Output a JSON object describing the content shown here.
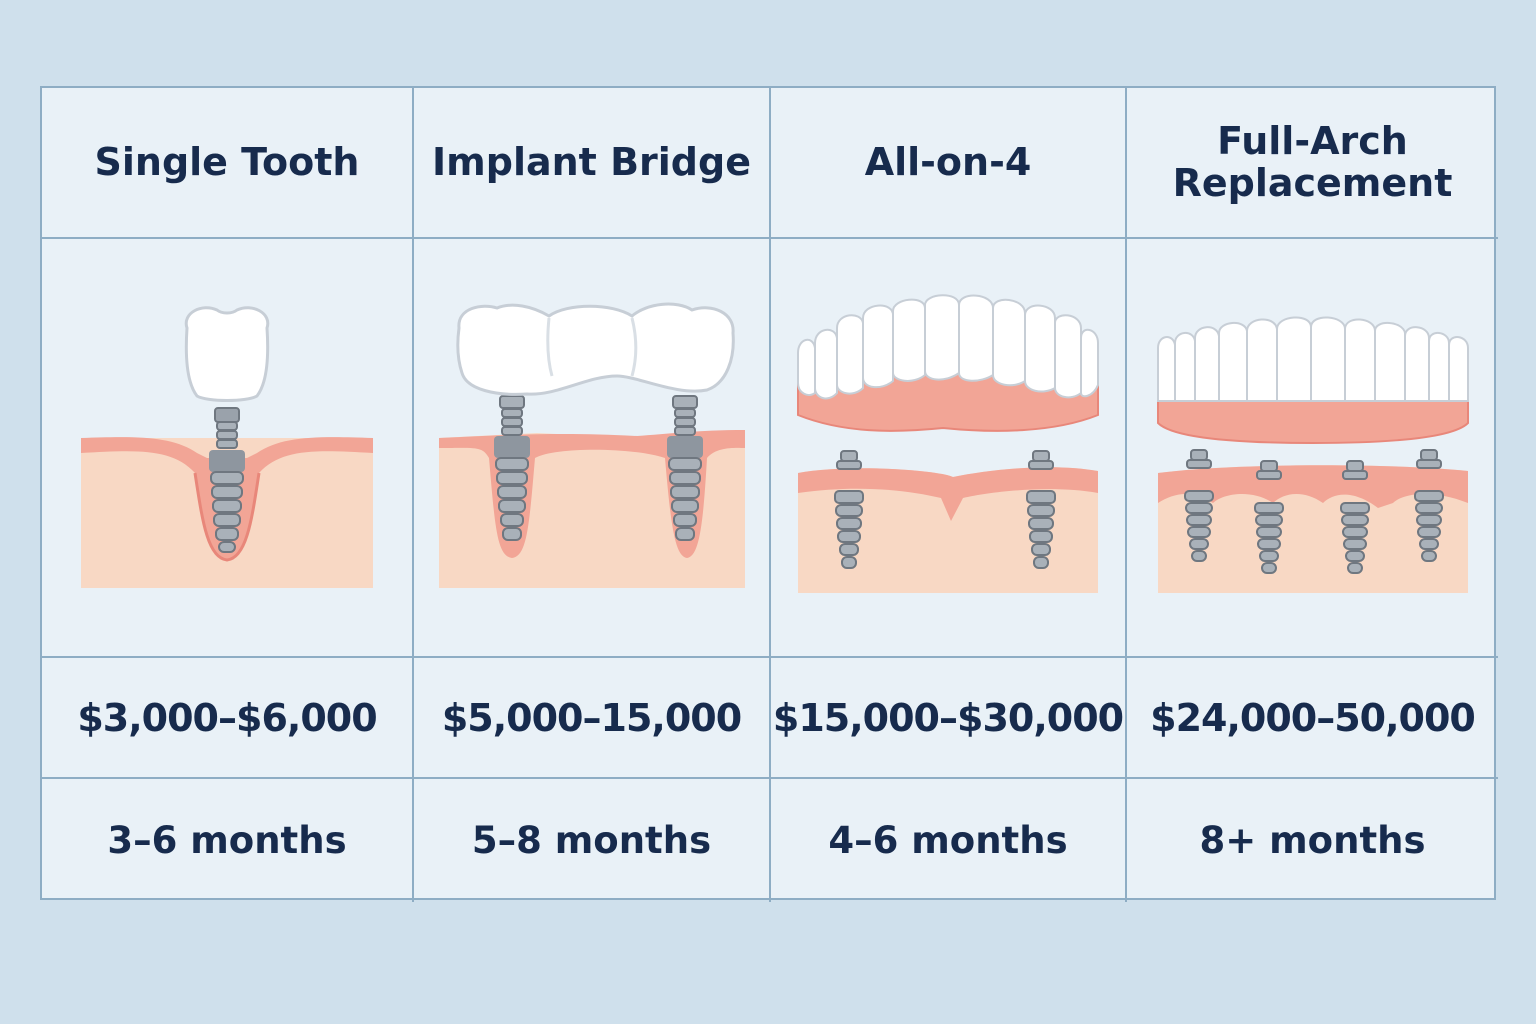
{
  "columns": [
    {
      "title": "Single Tooth",
      "price": "$3,000–$6,000",
      "duration": "3–6 months"
    },
    {
      "title": "Implant Bridge",
      "price": "$5,000–15,000",
      "duration": "5–8 months"
    },
    {
      "title": "All-on-4",
      "price": "$15,000–$30,000",
      "duration": "4–6 months"
    },
    {
      "title": "Full-Arch Replacement",
      "price": "$24,000–50,000",
      "duration": "8+ months"
    }
  ],
  "colors": {
    "background": "#cfe0ec",
    "table_fill": "#e9f1f7",
    "border": "#8eadc4",
    "text": "#172b4d",
    "gum": "#f2a596",
    "bone": "#f8d8c4",
    "tooth": "#ffffff",
    "metal": "#9aa2ab"
  }
}
